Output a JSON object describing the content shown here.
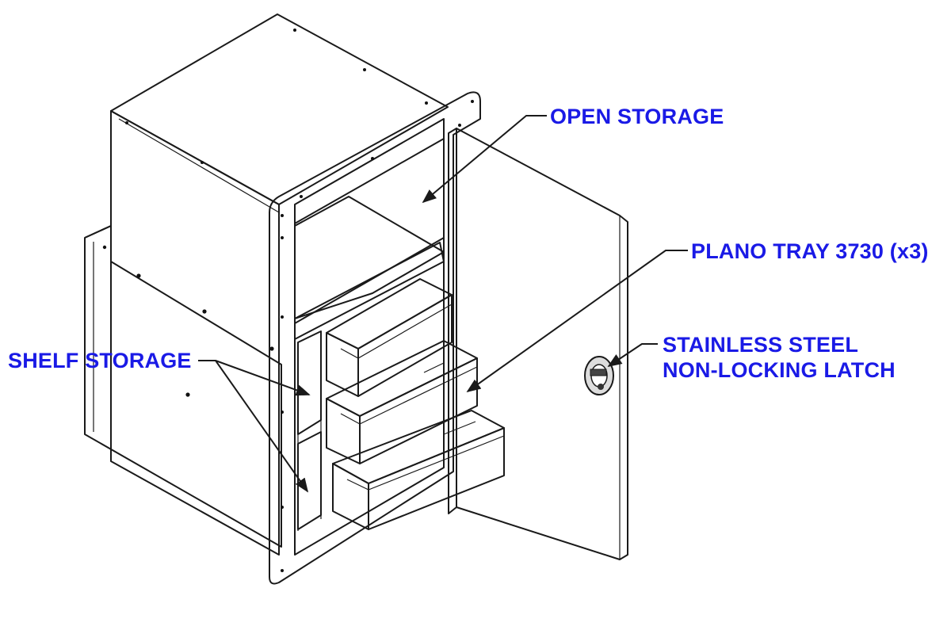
{
  "diagram": {
    "colors": {
      "label": "#1a1ae6",
      "side_panel": "#f2c9b3",
      "top_panel": "#d9f5e6",
      "flange": "#b9aede",
      "door": "#c5ddf0",
      "shelf": "#f2e7c4",
      "tray": "#eeeeee",
      "outline": "#1a1a1a"
    },
    "callouts": {
      "open_storage": "OPEN STORAGE",
      "plano_tray": "PLANO TRAY 3730 (x3)",
      "latch_line1": "STAINLESS STEEL",
      "latch_line2": "NON-LOCKING LATCH",
      "shelf_storage": "SHELF STORAGE"
    }
  }
}
